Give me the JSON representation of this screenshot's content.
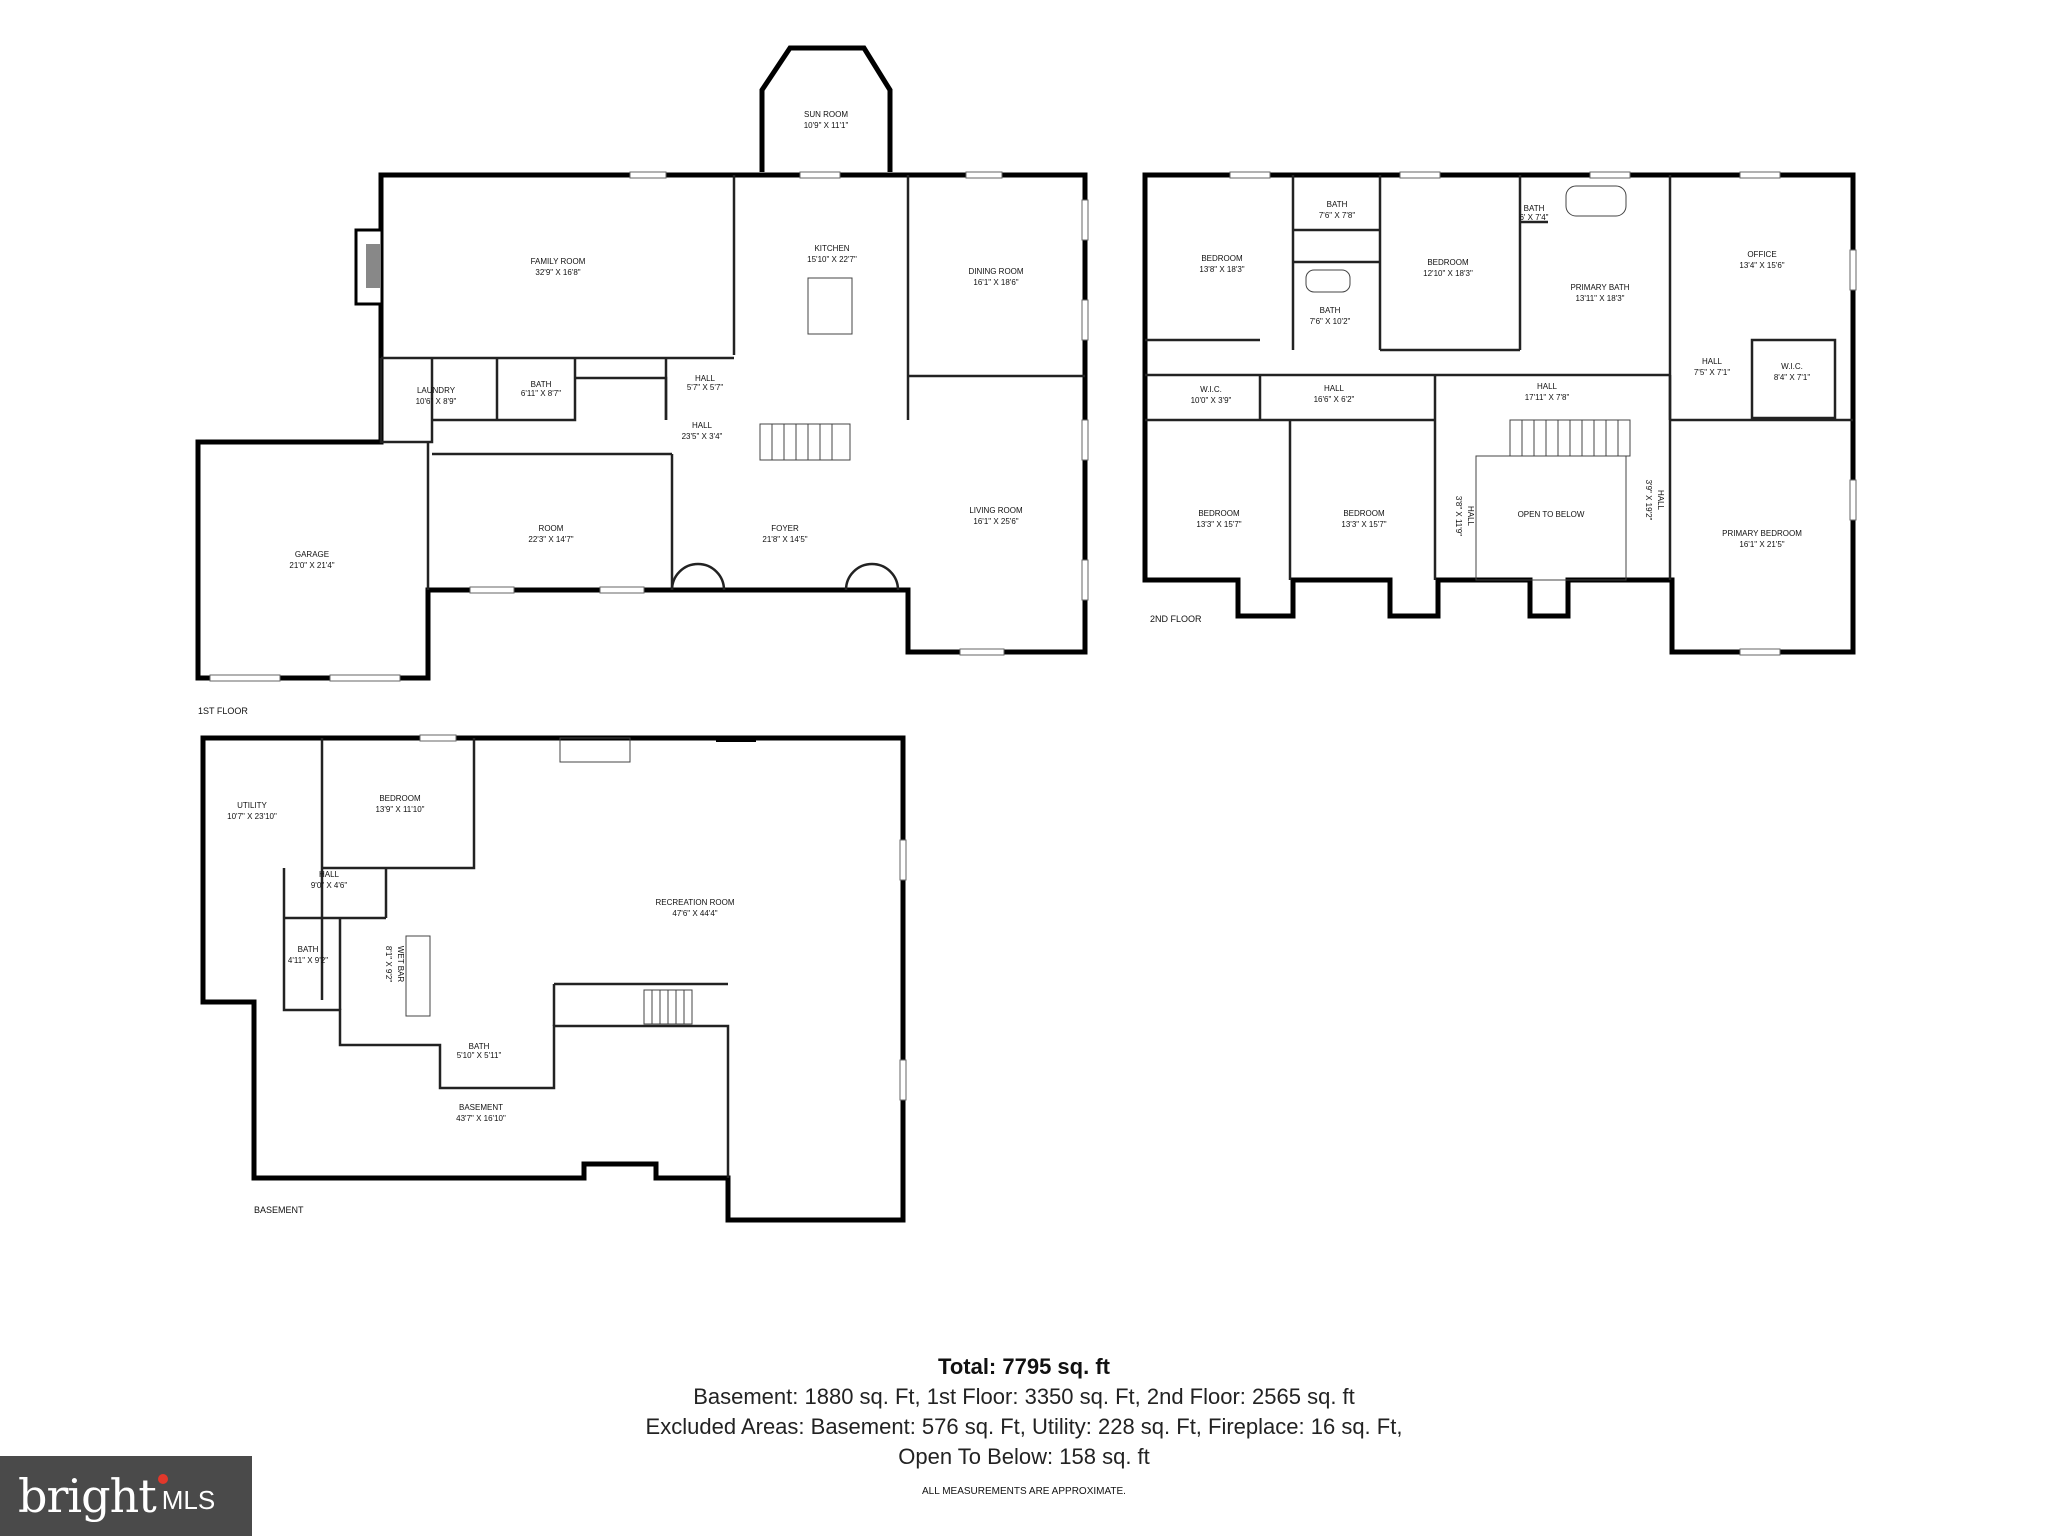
{
  "floors": {
    "first": {
      "label": "1ST FLOOR",
      "rooms": [
        {
          "name": "SUN ROOM",
          "dims": "10'9\" X 11'1\""
        },
        {
          "name": "FAMILY ROOM",
          "dims": "32'9\" X 16'8\""
        },
        {
          "name": "KITCHEN",
          "dims": "15'10\" X 22'7\""
        },
        {
          "name": "DINING ROOM",
          "dims": "16'1\" X 18'6\""
        },
        {
          "name": "LAUNDRY",
          "dims": "10'6\" X 8'9\""
        },
        {
          "name": "BATH",
          "dims": "6'11\" X 8'7\""
        },
        {
          "name": "HALL",
          "dims": "5'7\" X 5'7\""
        },
        {
          "name": "HALL",
          "dims": "23'5\" X 3'4\""
        },
        {
          "name": "GARAGE",
          "dims": "21'0\" X 21'4\""
        },
        {
          "name": "ROOM",
          "dims": "22'3\" X 14'7\""
        },
        {
          "name": "FOYER",
          "dims": "21'8\" X 14'5\""
        },
        {
          "name": "LIVING ROOM",
          "dims": "16'1\" X 25'6\""
        }
      ]
    },
    "second": {
      "label": "2ND FLOOR",
      "rooms": [
        {
          "name": "BEDROOM",
          "dims": "13'8\" X 18'3\""
        },
        {
          "name": "BATH",
          "dims": "7'6\" X 7'8\""
        },
        {
          "name": "BEDROOM",
          "dims": "12'10\" X 18'3\""
        },
        {
          "name": "BATH",
          "dims": "6' X 7'4\""
        },
        {
          "name": "PRIMARY BATH",
          "dims": "13'11\" X 18'3\""
        },
        {
          "name": "OFFICE",
          "dims": "13'4\" X 15'6\""
        },
        {
          "name": "BATH",
          "dims": "7'6\" X 10'2\""
        },
        {
          "name": "W.I.C.",
          "dims": "10'0\" X 3'9\""
        },
        {
          "name": "HALL",
          "dims": "16'6\" X 6'2\""
        },
        {
          "name": "HALL",
          "dims": "17'11\" X 7'8\""
        },
        {
          "name": "HALL",
          "dims": "7'5\" X 7'1\""
        },
        {
          "name": "W.I.C.",
          "dims": "8'4\" X 7'1\""
        },
        {
          "name": "BEDROOM",
          "dims": "13'3\" X 15'7\""
        },
        {
          "name": "BEDROOM",
          "dims": "13'3\" X 15'7\""
        },
        {
          "name": "HALL",
          "dims": "3'8\" X 11'9\""
        },
        {
          "name": "OPEN TO BELOW",
          "dims": ""
        },
        {
          "name": "HALL",
          "dims": "3'9\" X 19'2\""
        },
        {
          "name": "PRIMARY BEDROOM",
          "dims": "16'1\" X 21'5\""
        }
      ]
    },
    "basement": {
      "label": "BASEMENT",
      "rooms": [
        {
          "name": "UTILITY",
          "dims": "10'7\" X 23'10\""
        },
        {
          "name": "BEDROOM",
          "dims": "13'9\" X 11'10\""
        },
        {
          "name": "HALL",
          "dims": "9'0\" X 4'6\""
        },
        {
          "name": "RECREATION ROOM",
          "dims": "47'6\" X 44'4\""
        },
        {
          "name": "BATH",
          "dims": "4'11\" X 9'2\""
        },
        {
          "name": "WET BAR",
          "dims": "8'1\" X 9'2\""
        },
        {
          "name": "BATH",
          "dims": "5'10\" X 5'11\""
        },
        {
          "name": "BASEMENT",
          "dims": "43'7\" X 16'10\""
        }
      ]
    }
  },
  "summary": {
    "total": "Total: 7795 sq. ft",
    "line1": "Basement: 1880 sq. Ft, 1st Floor: 3350 sq. Ft, 2nd Floor: 2565 sq. ft",
    "line2": "Excluded Areas: Basement: 576 sq. Ft, Utility: 228 sq. Ft, Fireplace: 16 sq. Ft,",
    "line3": "Open To Below: 158 sq. ft",
    "disclaimer": "ALL MEASUREMENTS ARE APPROXIMATE."
  },
  "logo": {
    "word": "bright",
    "suffix": "MLS",
    "accent_color": "#e2382b"
  }
}
